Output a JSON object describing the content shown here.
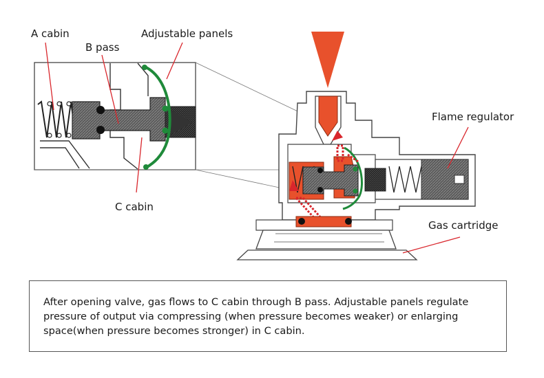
{
  "labels": {
    "a_cabin": "A cabin",
    "b_pass": "B pass",
    "adjustable_panels": "Adjustable panels",
    "c_cabin": "C cabin",
    "flame_regulator": "Flame regulator",
    "gas_cartridge": "Gas cartridge"
  },
  "caption": "After opening valve, gas flows to C cabin through B pass. Adjustable panels regulate pressure of output via compressing (when pressure becomes weaker) or enlarging space(when pressure becomes stronger) in C cabin.",
  "colors": {
    "flame": "#e8512c",
    "panel": "#1f8a3a",
    "metal": "#6f6f6f",
    "line": "#444444",
    "arrow": "#d9262c"
  }
}
